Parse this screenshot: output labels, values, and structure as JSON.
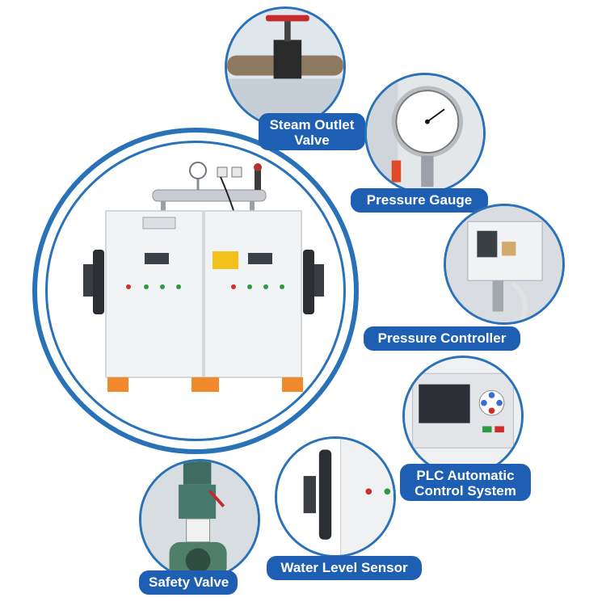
{
  "labels": {
    "steam_outlet_valve": "Steam Outlet\nValve",
    "pressure_gauge": "Pressure Gauge",
    "pressure_controller": "Pressure Controller",
    "plc_control_system": "PLC Automatic\nControl System",
    "water_level_sensor": "Water Level Sensor",
    "safety_valve": "Safety Valve"
  },
  "colors": {
    "accent_blue": "#2a72b8",
    "label_blue": "#1e5fb4",
    "cabinet_white": "#f2f3f5",
    "feet_orange": "#f08a2c"
  }
}
